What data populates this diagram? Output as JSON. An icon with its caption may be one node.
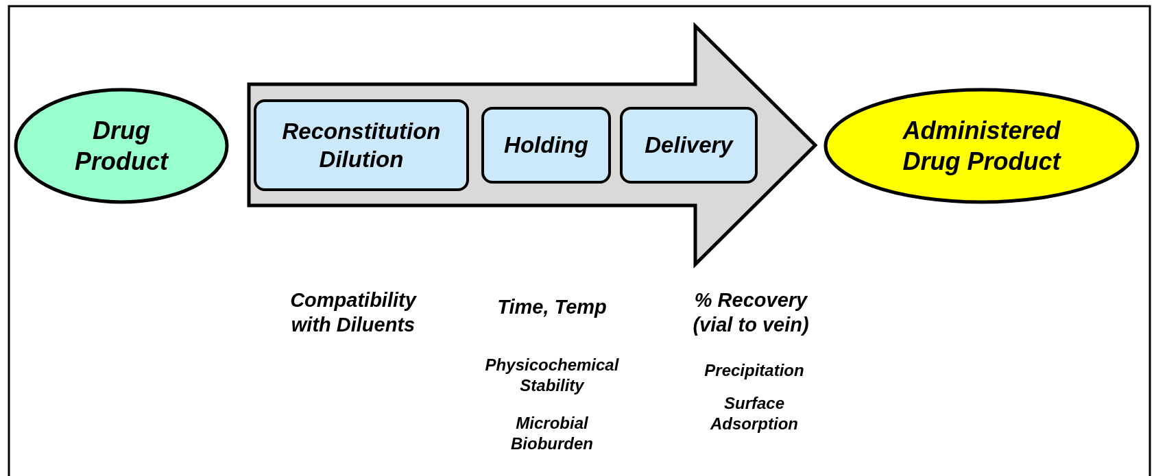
{
  "diagram": {
    "nodes": [
      {
        "text": [
          "Drug Product"
        ]
      },
      {
        "text": [],
        "shape": "arrow"
      },
      {
        "text": [
          "Reconstitution Dilution"
        ],
        "in": 1
      },
      {
        "text": [
          "Holding"
        ],
        "in": 1
      },
      {
        "text": [
          "Delivery"
        ],
        "in": 1
      },
      {
        "text": [
          "Administered Drug Product"
        ]
      }
    ],
    "labels": [
      "Compatibility with Diluents",
      "Time, Temp",
      "% Recovery (vial to vein)",
      "Physicochemical Stability",
      "Precipitation",
      "Surface Adsorption",
      "Microbial Bioburden"
    ]
  }
}
